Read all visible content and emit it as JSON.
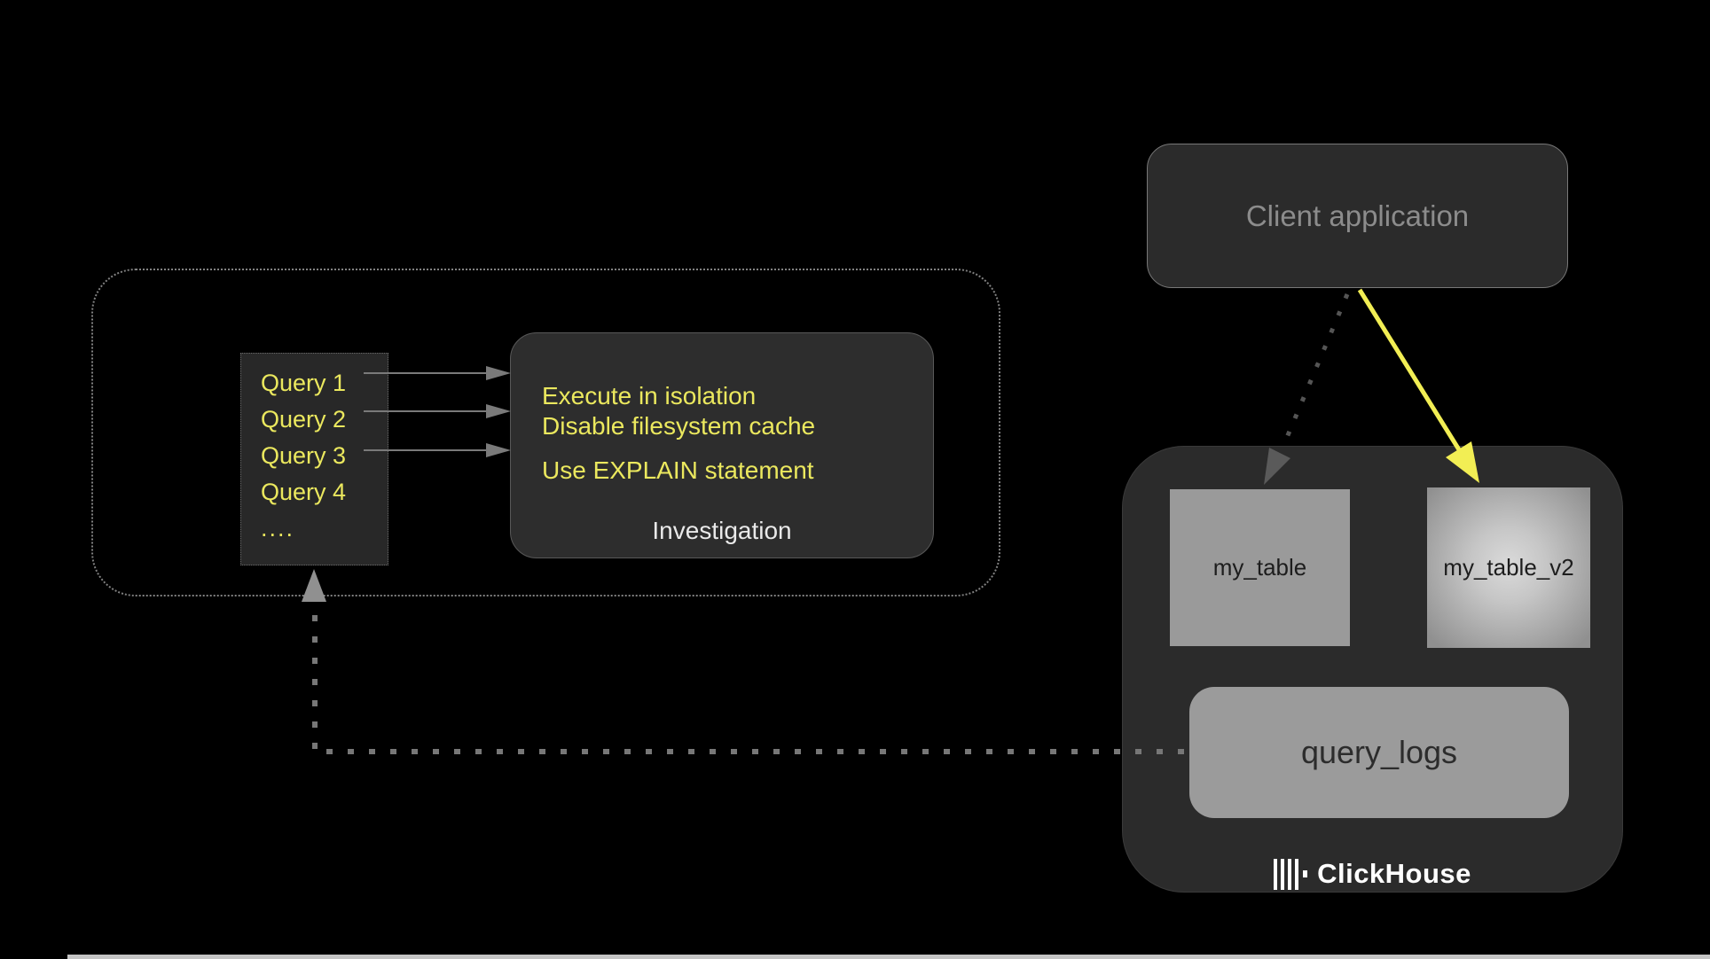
{
  "colors": {
    "background": "#000000",
    "box_dark": "#2b2b2b",
    "panel_dark": "#2d2d2d",
    "gray_fill": "#9a9a9a",
    "text_gray": "#8c8c8c",
    "text_dark": "#1d1d1d",
    "text_white": "#e9e9e9",
    "accent_yellow": "#ebe85e",
    "arrow_yellow": "#f2ee54",
    "arrow_gray": "#7a7a7a",
    "dot_gray": "#818181",
    "strip_gray": "#c4c4c4"
  },
  "client_application": {
    "label": "Client application"
  },
  "query_list": {
    "items": [
      "Query 1",
      "Query 2",
      "Query 3",
      "Query 4",
      "...."
    ]
  },
  "investigation": {
    "lines": [
      "Execute in isolation",
      "Disable filesystem cache",
      "Use EXPLAIN statement"
    ],
    "title": "Investigation"
  },
  "clickhouse": {
    "table_left": "my_table",
    "table_right": "my_table_v2",
    "logs": "query_logs",
    "brand": "ClickHouse"
  }
}
